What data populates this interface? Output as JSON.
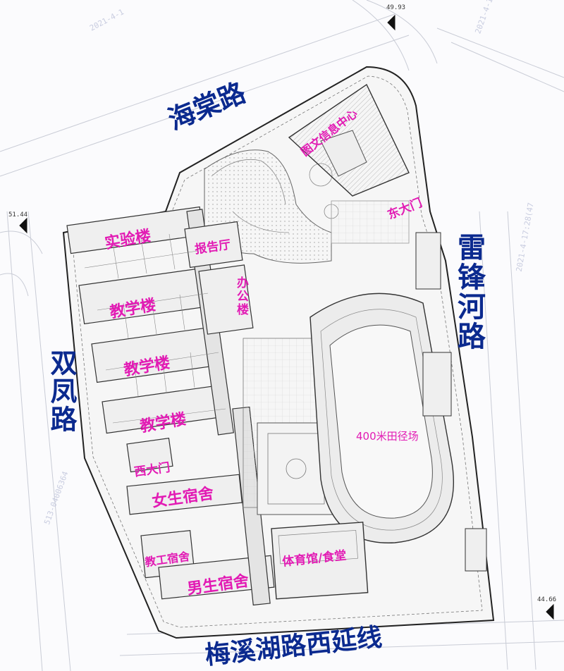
{
  "roads": {
    "north": "海棠路",
    "east": "雷锋河路",
    "west": "双凤路",
    "south": "梅溪湖路西延线"
  },
  "buildings": {
    "library": "图文信息中心",
    "east_gate": "东大门",
    "lab": "实验楼",
    "auditorium": "报告厅",
    "office": "办公楼",
    "teaching_1": "教学楼",
    "teaching_2": "教学楼",
    "teaching_3": "教学楼",
    "west_gate": "西大门",
    "girls_dorm": "女生宿舍",
    "staff_dorm": "教工宿舍",
    "boys_dorm": "男生宿舍",
    "gym_canteen": "体育馆/食堂",
    "track": "400米田径场"
  },
  "elevations": {
    "ne": "49.93",
    "w": "51.44",
    "se": "44.66"
  },
  "stamps": {
    "s1": "2021-4-1",
    "s2": "2021-4-1",
    "s3": "2021-4-17:28(47",
    "s4": "513-04006364"
  },
  "colors": {
    "road_text": "#0b2a8f",
    "building_text": "#e21bb4",
    "line": "#555555"
  }
}
